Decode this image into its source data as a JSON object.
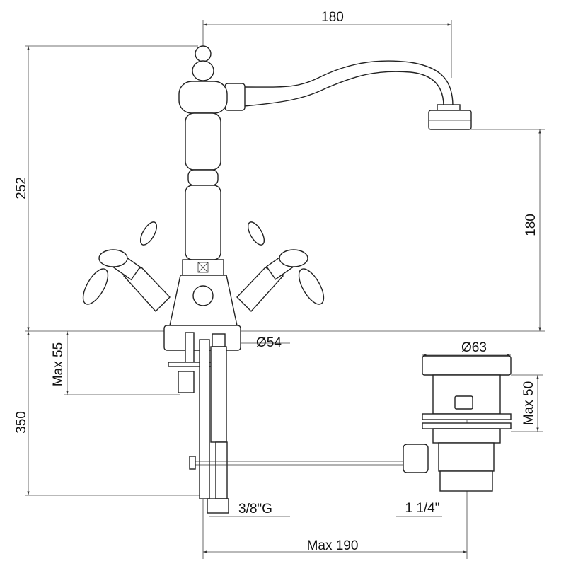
{
  "dimensions": {
    "spout_reach": "180",
    "total_height": "252",
    "spout_height": "180",
    "max_deck_thickness_tap": "Max 55",
    "base_diameter": "Ø54",
    "flexible_length": "350",
    "supply_thread": "3/8\"G",
    "waste_diameter": "Ø63",
    "max_deck_thickness_waste": "Max 50",
    "waste_thread": "1 1/4\"",
    "max_rod_distance": "Max 190"
  }
}
